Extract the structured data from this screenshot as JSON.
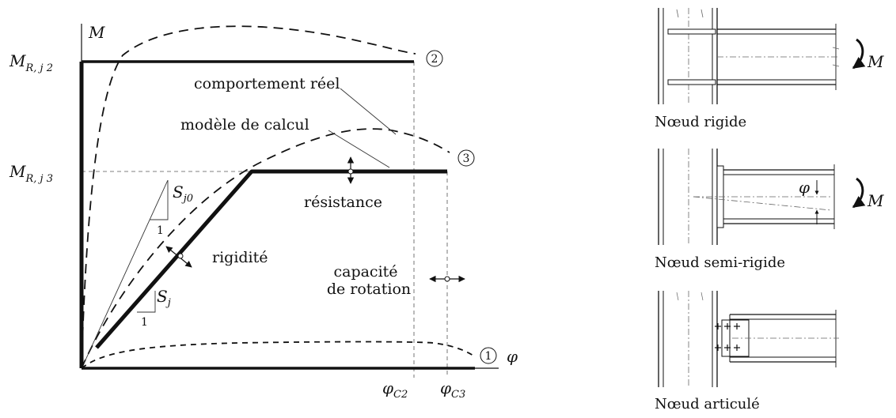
{
  "diagram": {
    "axis_m": "M",
    "axis_phi": "φ",
    "mr_j2_main": "M",
    "mr_j2_sub": "R, j 2",
    "mr_j3_main": "M",
    "mr_j3_sub": "R, j 3",
    "phi_c2_main": "φ",
    "phi_c2_sub": "C2",
    "phi_c3_main": "φ",
    "phi_c3_sub": "C3",
    "curve_1": "1",
    "curve_2": "2",
    "curve_3": "3",
    "comportement_reel": "comportement réel",
    "modele_de_calcul": "modèle de calcul",
    "resistance": "résistance",
    "rigidite": "rigidité",
    "capacite_line1": "capacité",
    "capacite_line2": "de rotation",
    "sj0_main": "S",
    "sj0_sub": "j0",
    "sj_main": "S",
    "sj_sub": "j",
    "slope_one_a": "1",
    "slope_one_b": "1"
  },
  "joints": {
    "rigide": {
      "caption": "Nœud rigide",
      "moment": "M"
    },
    "semi_rigide": {
      "caption": "Nœud semi-rigide",
      "moment": "M",
      "phi": "φ"
    },
    "articule": {
      "caption": "Nœud articulé"
    }
  },
  "colors": {
    "ink": "#111111",
    "thin": "#555555",
    "background": "#ffffff"
  }
}
